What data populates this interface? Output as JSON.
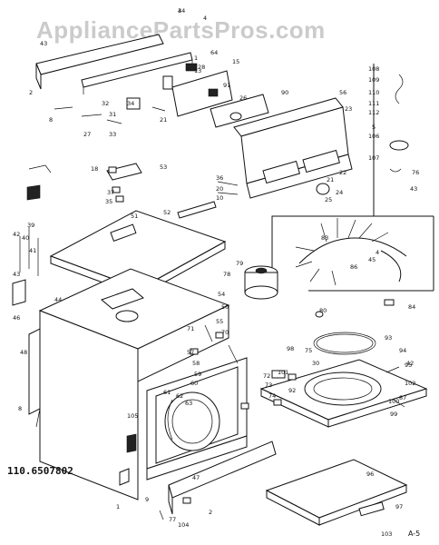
{
  "watermark": "AppliancePartsPros.com",
  "model_label": "110.6507802",
  "sheet_label": "A-5",
  "colors": {
    "ink": "#111111",
    "watermark": "#a0a0a0",
    "paper": "#ffffff"
  },
  "callouts": [
    "3",
    "4",
    "43",
    "2",
    "1",
    "8",
    "27",
    "33",
    "31",
    "32",
    "34",
    "21",
    "13",
    "15",
    "64",
    "91",
    "26",
    "90",
    "56",
    "23",
    "108",
    "109",
    "110",
    "111",
    "112",
    "5",
    "106",
    "107",
    "76",
    "43",
    "22",
    "21",
    "24",
    "25",
    "36",
    "20",
    "10",
    "53",
    "18",
    "37",
    "35",
    "51",
    "52",
    "39",
    "40",
    "41",
    "42",
    "43",
    "44",
    "46",
    "83",
    "86",
    "4",
    "84",
    "45",
    "80",
    "79",
    "78",
    "54",
    "50",
    "55",
    "70",
    "71",
    "57",
    "58",
    "59",
    "60",
    "61",
    "62",
    "63",
    "48",
    "105",
    "47",
    "72",
    "73",
    "74",
    "75",
    "30",
    "92",
    "93",
    "94",
    "95",
    "100",
    "102",
    "87",
    "96",
    "97",
    "103",
    "104",
    "1",
    "2",
    "77",
    "42",
    "99",
    "101",
    "98",
    "28",
    "9",
    "8",
    "44"
  ]
}
